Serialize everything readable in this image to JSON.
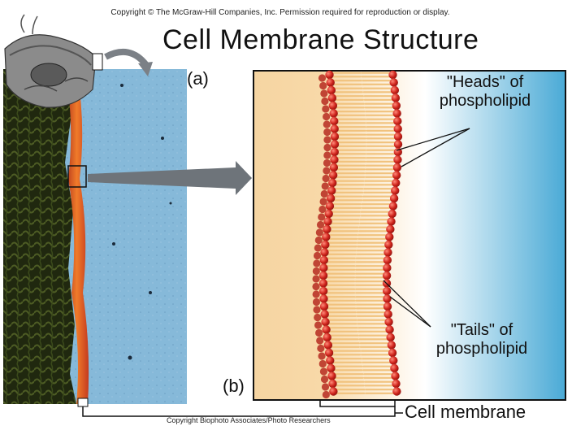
{
  "copyright_top": "Copyright © The McGraw-Hill Companies, Inc. Permission required for reproduction or display.",
  "title": "Cell Membrane Structure",
  "panel_a_label": "(a)",
  "panel_b_label": "(b)",
  "heads_label_line1": "\"Heads\" of",
  "heads_label_line2": "phospholipid",
  "tails_label_line1": "\"Tails\" of",
  "tails_label_line2": "phospholipid",
  "cell_membrane_label": "Cell membrane",
  "copyright_bottom": "Copyright Biophoto Associates/Photo Researchers",
  "colors": {
    "membrane_red": "#d93a2a",
    "phospholipid_head": "#c8201c",
    "tail": "#f1c27d",
    "cytoplasm_green": "#2d3a1c",
    "extracellular_blue": "#86b9d9",
    "panel_b_blue": "#4aaad6",
    "panel_b_tan": "#f6d5a2"
  }
}
